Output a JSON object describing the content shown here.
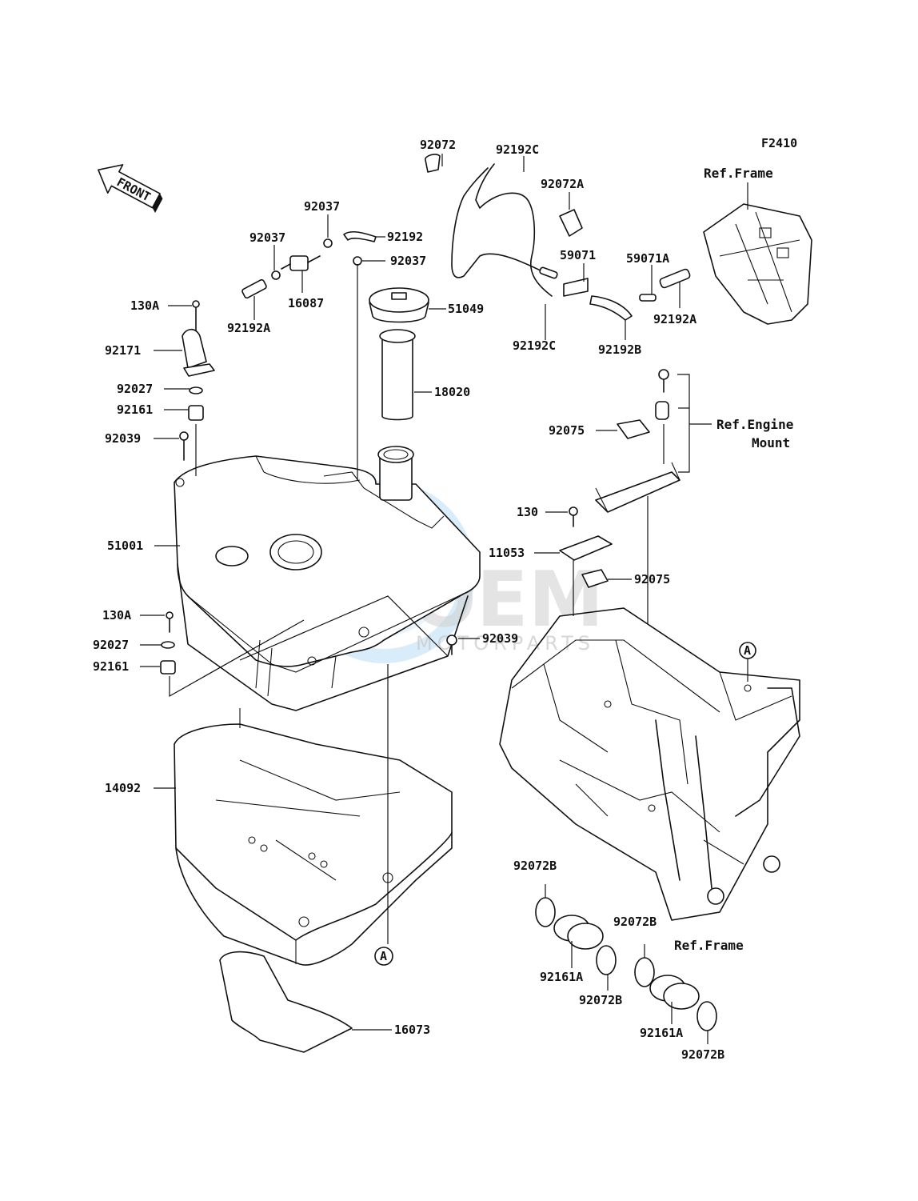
{
  "diagram": {
    "code": "F2410",
    "front_label": "FRONT",
    "watermark": {
      "main": "OEM",
      "sub": "MOTORPARTS"
    },
    "refs": {
      "frame_top": "Ref.Frame",
      "engine_mount_line1": "Ref.Engine",
      "engine_mount_line2": "Mount",
      "frame_bottom": "Ref.Frame"
    },
    "markers": {
      "a": "A"
    },
    "parts": {
      "p92072": "92072",
      "p92192C_top": "92192C",
      "p92072A": "92072A",
      "p92037_a": "92037",
      "p92037_b": "92037",
      "p92192": "92192",
      "p92037_c": "92037",
      "p59071": "59071",
      "p59071A": "59071A",
      "p130A_top": "130A",
      "p92192A_left": "92192A",
      "p16087": "16087",
      "p51049": "51049",
      "p92192C_bot": "92192C",
      "p92192B": "92192B",
      "p92192A_right": "92192A",
      "p92171": "92171",
      "p92027_top": "92027",
      "p18020": "18020",
      "p92161_top": "92161",
      "p92039_left": "92039",
      "p92075_top": "92075",
      "p51001": "51001",
      "p130": "130",
      "p11053": "11053",
      "p92075_bot": "92075",
      "p130A_bot": "130A",
      "p92039_right": "92039",
      "p92027_bot": "92027",
      "p92161_bot": "92161",
      "p14092": "14092",
      "p92072B_a": "92072B",
      "p92072B_b": "92072B",
      "p92161A_a": "92161A",
      "p92072B_c": "92072B",
      "p92161A_b": "92161A",
      "p92072B_d": "92072B",
      "p16073": "16073"
    }
  }
}
